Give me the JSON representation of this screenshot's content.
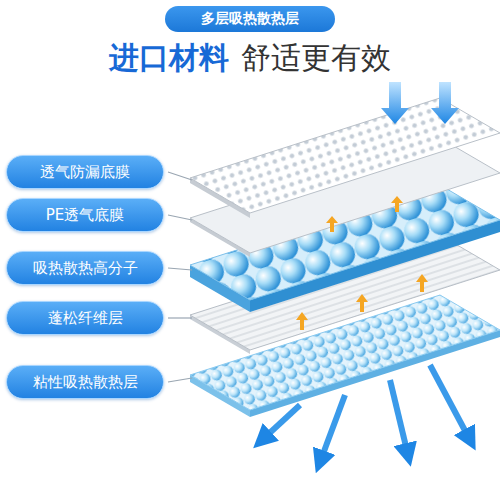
{
  "diagram": {
    "nodes": [
      {
        "text": [
          "多层吸热散热层"
        ]
      },
      {
        "text": [
          "透气防漏底膜"
        ]
      },
      {
        "text": [
          "PE透气底膜"
        ]
      },
      {
        "text": [
          "吸热散热高分子"
        ]
      },
      {
        "text": [
          "蓬松纤维层"
        ]
      },
      {
        "text": [
          "粘性吸热散热层"
        ]
      }
    ],
    "labels": [
      "进口材料",
      "舒适更有效"
    ]
  }
}
